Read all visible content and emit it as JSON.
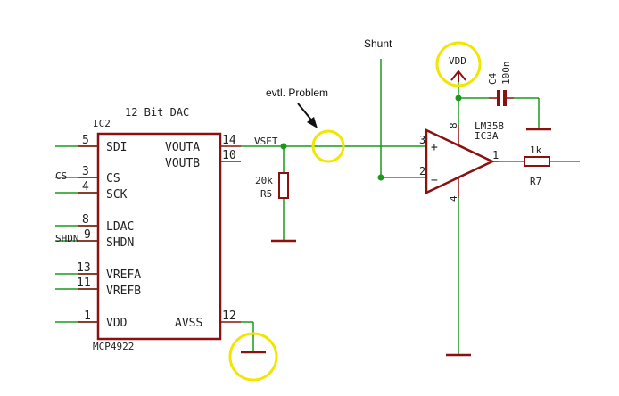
{
  "colors": {
    "wire": "#1a9a1a",
    "part": "#8b1010",
    "text": "#222222",
    "highlight": "#f2e600",
    "junction": "#1a9a1a"
  },
  "ic2": {
    "title": "12 Bit DAC",
    "ref": "IC2",
    "part": "MCP4922",
    "left_pins": [
      {
        "num": "5",
        "name": "SDI",
        "net": ""
      },
      {
        "num": "3",
        "name": "CS",
        "net": "CS"
      },
      {
        "num": "4",
        "name": "SCK",
        "net": ""
      },
      {
        "num": "8",
        "name": "LDAC",
        "net": ""
      },
      {
        "num": "9",
        "name": "SHDN",
        "net": "SHDN"
      },
      {
        "num": "13",
        "name": "VREFA",
        "net": ""
      },
      {
        "num": "11",
        "name": "VREFB",
        "net": ""
      },
      {
        "num": "1",
        "name": "VDD",
        "net": ""
      }
    ],
    "right_pins": [
      {
        "num": "14",
        "name": "VOUTA",
        "net": "VSET"
      },
      {
        "num": "10",
        "name": "VOUTB",
        "net": ""
      },
      {
        "num": "12",
        "name": "AVSS",
        "net": ""
      }
    ]
  },
  "r5": {
    "ref": "R5",
    "value": "20k"
  },
  "r7": {
    "ref": "R7",
    "value": "1k"
  },
  "c4": {
    "ref": "C4",
    "value": "100n"
  },
  "opamp": {
    "ref": "IC3A",
    "part": "LM358",
    "pin_plus": "3",
    "pin_minus": "2",
    "pin_out": "1",
    "pin_vcc": "8",
    "pin_gnd": "4",
    "plus_sign": "+",
    "minus_sign": "−"
  },
  "annotations": {
    "shunt": "Shunt",
    "problem": "evtl. Problem",
    "vdd_supply": "VDD"
  }
}
